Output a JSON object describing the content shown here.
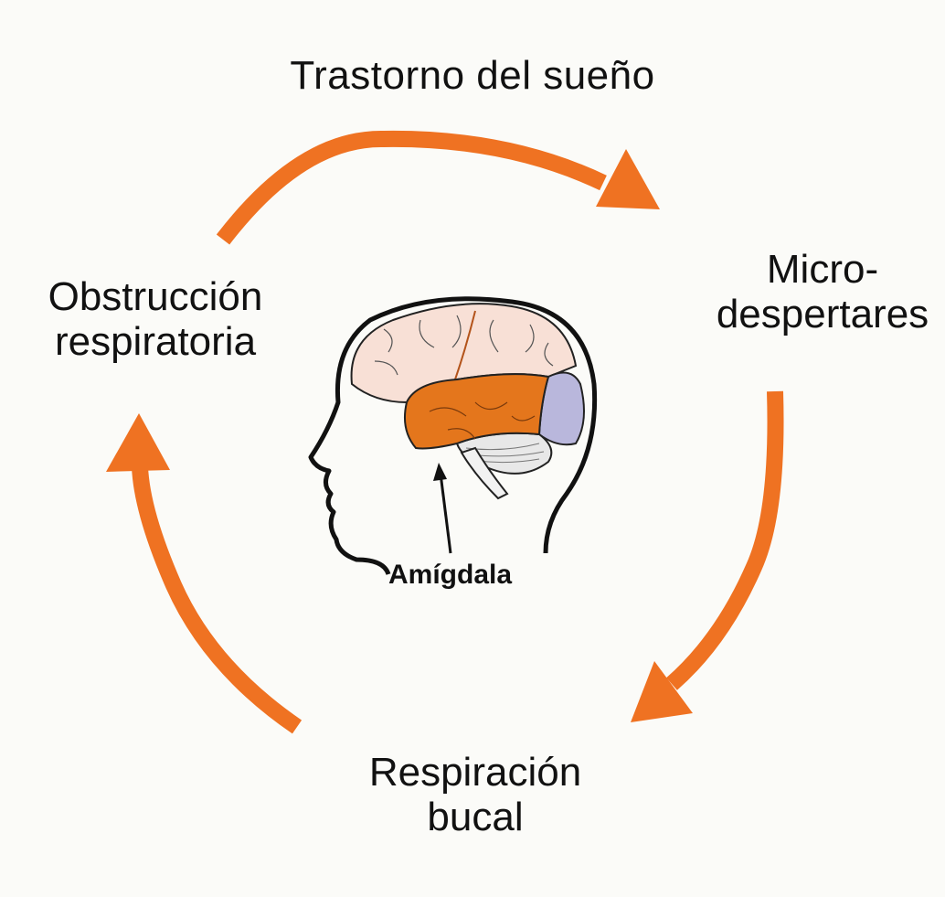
{
  "title": "Trastorno del sueño",
  "nodes": {
    "top": "Trastorno del sueño",
    "right_line1": "Micro-",
    "right_line2": "despertares",
    "bottom_line1": "Respiración",
    "bottom_line2": "bucal",
    "left_line1": "Obstrucción",
    "left_line2": "respiratoria"
  },
  "brain_label": "Amígdala",
  "colors": {
    "arrow": "#ef7222",
    "temporal_lobe": "#e4761c",
    "cerebrum": "#f8e0d6",
    "occipital": "#b9b7dc",
    "cerebellum": "#e8e8e8",
    "background": "#fbfbf8"
  },
  "cycle_order": [
    "Trastorno del sueño",
    "Micro-despertares",
    "Respiración bucal",
    "Obstrucción respiratoria"
  ]
}
